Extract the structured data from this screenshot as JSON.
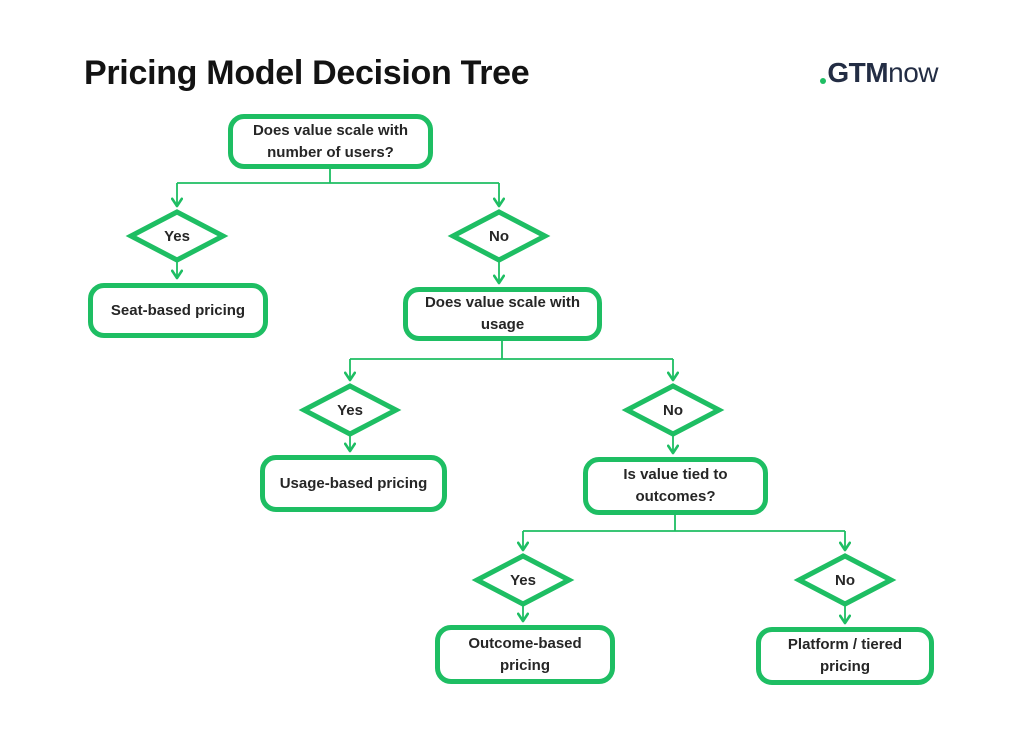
{
  "title": "Pricing Model Decision Tree",
  "logo": {
    "bold": "GTM",
    "regular": "now"
  },
  "colors": {
    "green": "#1EBE63",
    "navy": "#232D44",
    "node_text": "#262626",
    "title_text": "#131313",
    "background": "#FFFFFF"
  },
  "nodes": {
    "q_users": "Does value scale with\nnumber of users?",
    "d1_yes": "Yes",
    "d1_no": "No",
    "r_seat": "Seat-based pricing",
    "q_usage": "Does value scale with\nusage",
    "d2_yes": "Yes",
    "d2_no": "No",
    "r_usage": "Usage-based pricing",
    "q_outcomes": "Is value tied to\noutcomes?",
    "d3_yes": "Yes",
    "d3_no": "No",
    "r_outcome": "Outcome-based\npricing",
    "r_platform": "Platform / tiered\npricing"
  }
}
